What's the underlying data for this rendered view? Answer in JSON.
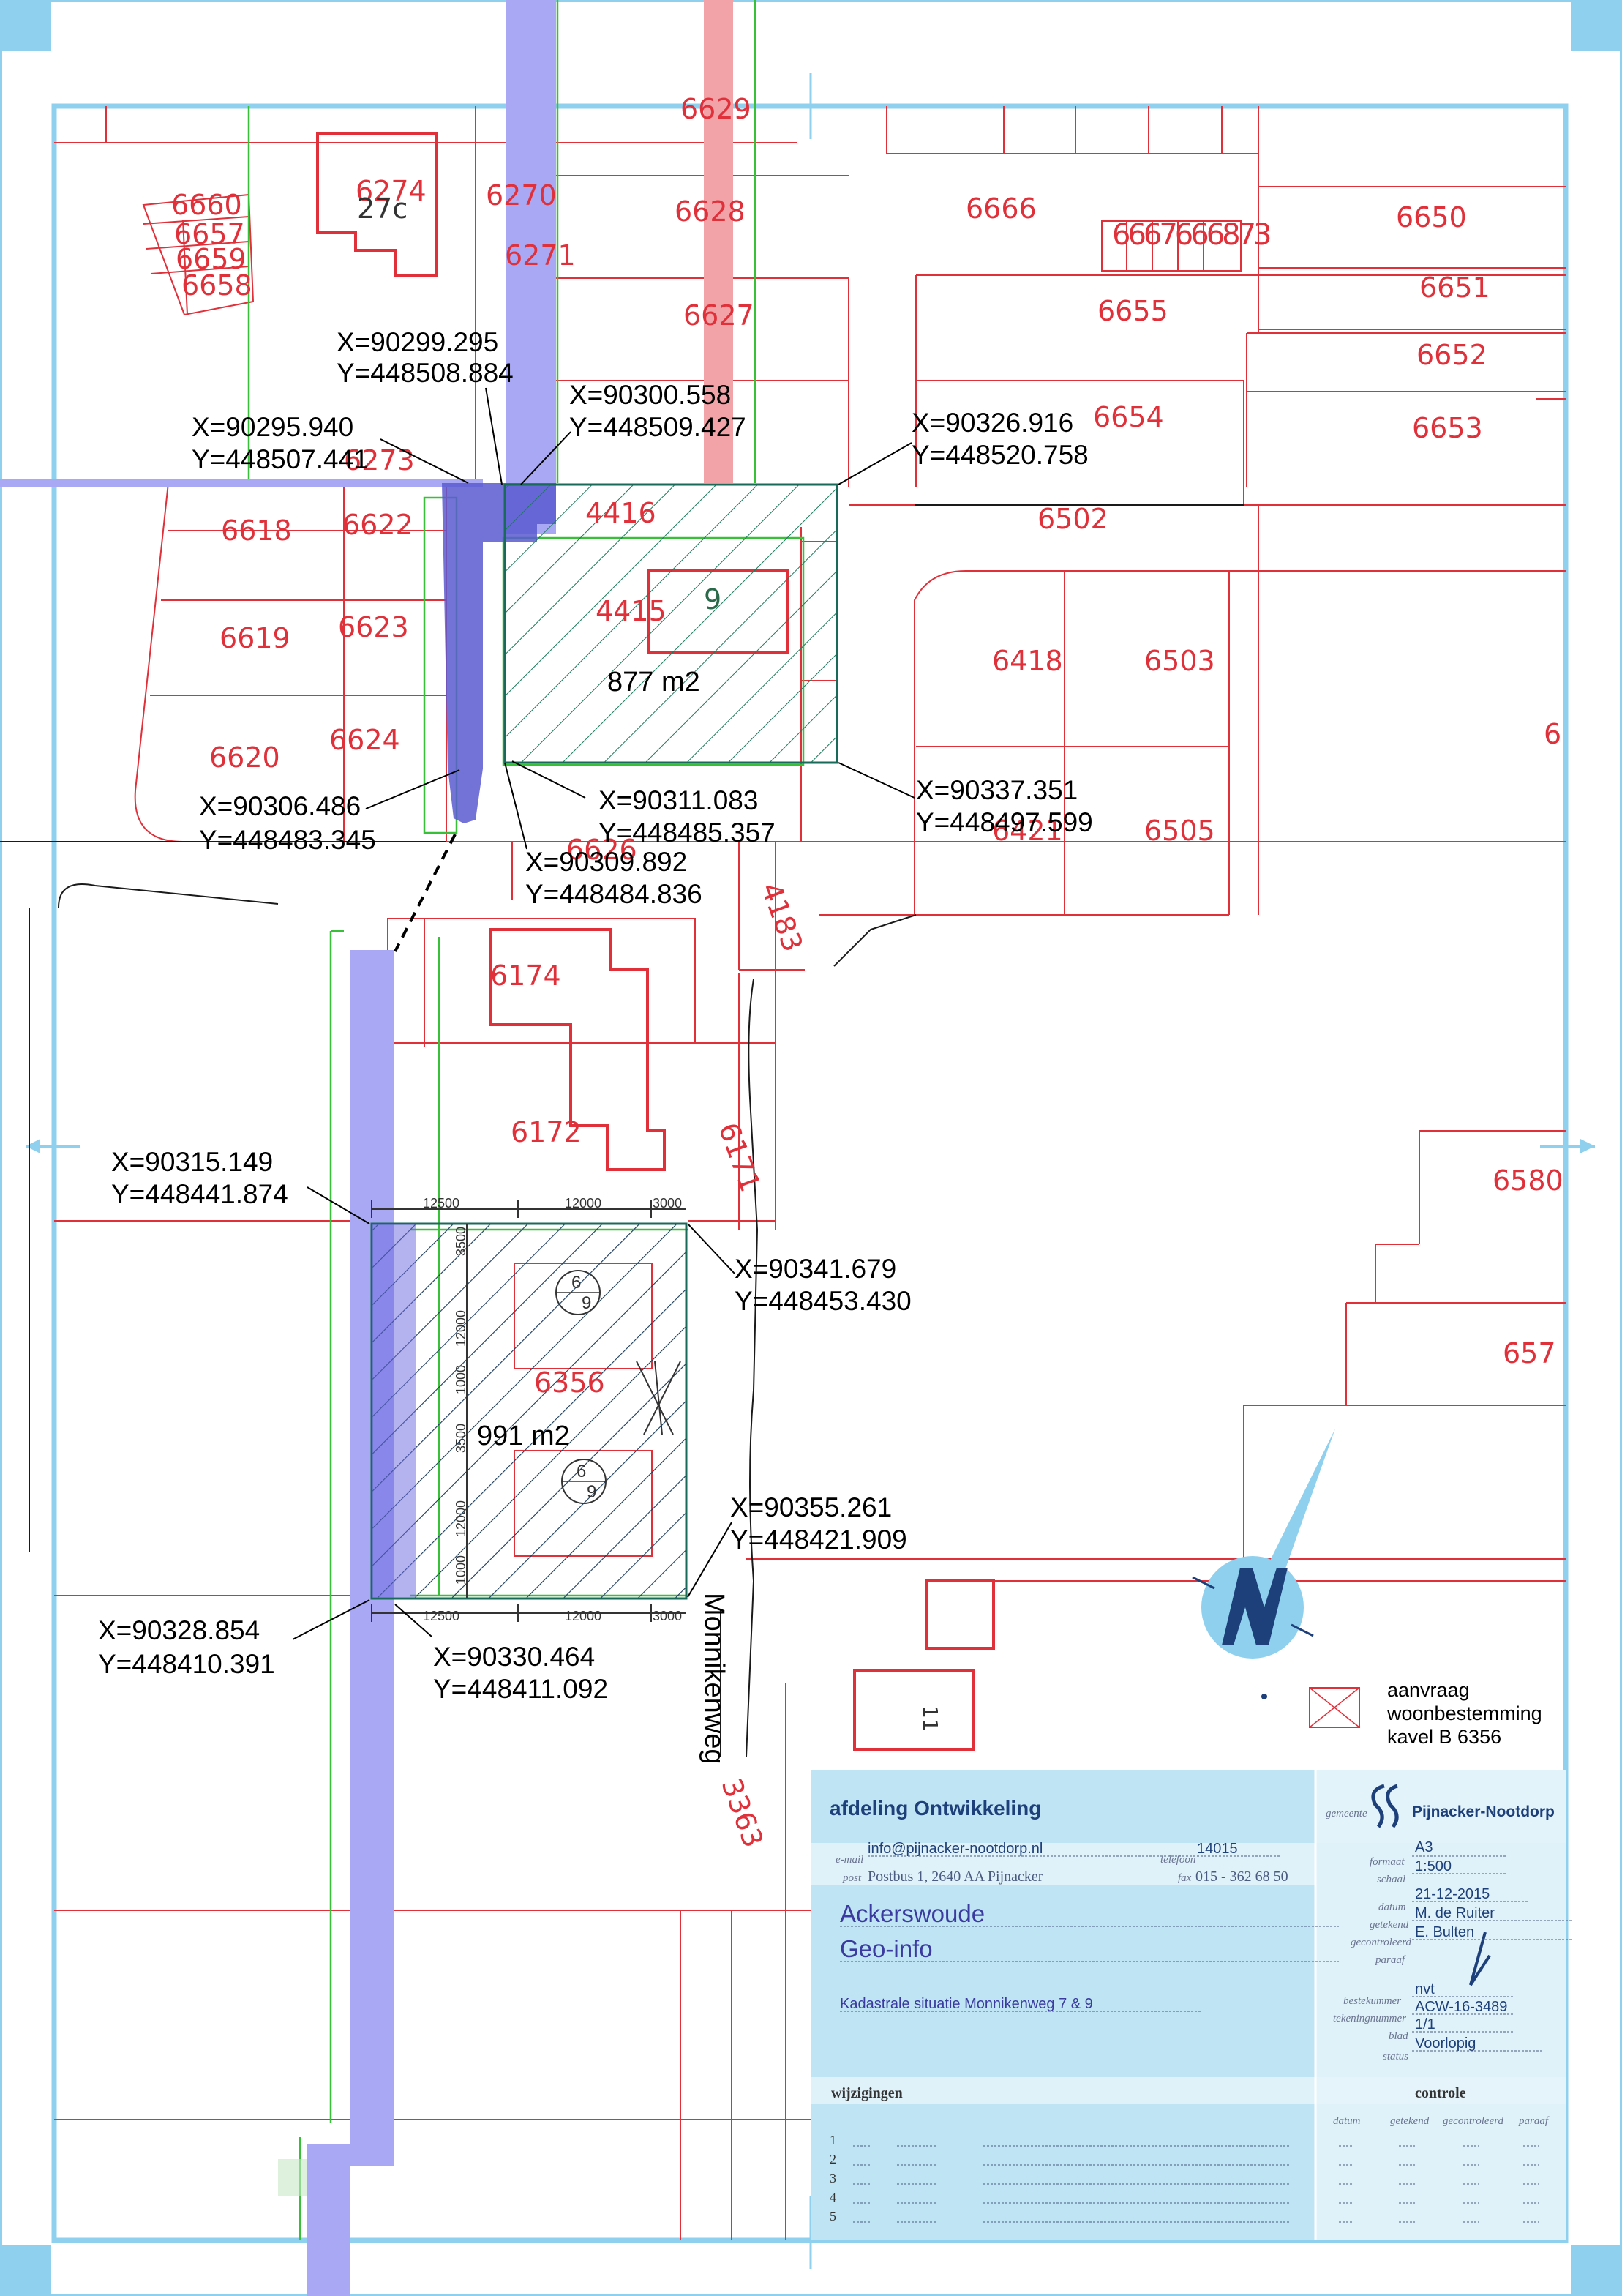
{
  "map": {
    "parcels": {
      "p6660": "6660",
      "p6657": "6657",
      "p6659": "6659",
      "p6658": "6658",
      "p6274": "6274",
      "p27c": "27c",
      "p6270": "6270",
      "p6271": "6271",
      "p6629": "6629",
      "p6628": "6628",
      "p6627": "6627",
      "p6666": "6666",
      "p666x": "6667666873",
      "p6650": "6650",
      "p6651": "6651",
      "p6652": "6652",
      "p6653": "6653",
      "p6655": "6655",
      "p6654": "6654",
      "p6273": "6273",
      "p6618": "6618",
      "p6622": "6622",
      "p4416": "4416",
      "p6502": "6502",
      "p6619": "6619",
      "p6623": "6623",
      "p4415": "4415",
      "p9": "9",
      "p6418": "6418",
      "p6503": "6503",
      "p6620": "6620",
      "p6624": "6624",
      "p6edge": "6",
      "p6626": "6626",
      "p6421": "6421",
      "p6505": "6505",
      "p4183": "4183",
      "p6174": "6174",
      "p6172": "6172",
      "p6171": "6171",
      "p6580": "6580",
      "p6356": "6356",
      "p657x": "657",
      "p11": "11",
      "p3363": "3363",
      "p6a": "6",
      "p9a": "9",
      "p6b": "6",
      "p9b": "9"
    },
    "areas": {
      "north": "877 m2",
      "south": "991 m2"
    },
    "road": "Monnikenweg",
    "dimensions": {
      "top_a": "12500",
      "top_b": "12000",
      "top_c": "3000",
      "bot_a": "12500",
      "bot_b": "12000",
      "bot_c": "3000",
      "side_1": "3500",
      "side_2": "12000",
      "side_3": "1000",
      "side_4": "3500",
      "side_5": "12000",
      "side_6": "1000"
    },
    "coords": {
      "c1": {
        "x": "X=90299.295",
        "y": "Y=448508.884"
      },
      "c2": {
        "x": "X=90300.558",
        "y": "Y=448509.427"
      },
      "c3": {
        "x": "X=90295.940",
        "y": "Y=448507.441"
      },
      "c4": {
        "x": "X=90326.916",
        "y": "Y=448520.758"
      },
      "c5": {
        "x": "X=90306.486",
        "y": "Y=448483.345"
      },
      "c6": {
        "x": "X=90311.083",
        "y": "Y=448485.357"
      },
      "c7": {
        "x": "X=90309.892",
        "y": "Y=448484.836"
      },
      "c8": {
        "x": "X=90337.351",
        "y": "Y=448497.599"
      },
      "c9": {
        "x": "X=90315.149",
        "y": "Y=448441.874"
      },
      "c10": {
        "x": "X=90341.679",
        "y": "Y=448453.430"
      },
      "c11": {
        "x": "X=90355.261",
        "y": "Y=448421.909"
      },
      "c12": {
        "x": "X=90328.854",
        "y": "Y=448410.391"
      },
      "c13": {
        "x": "X=90330.464",
        "y": "Y=448411.092"
      }
    },
    "legend": [
      "aanvraag",
      "woonbestemming",
      "kavel B 6356"
    ]
  },
  "titleblock": {
    "department": "afdeling Ontwikkeling",
    "email_label": "e-mail",
    "email": "info@pijnacker-nootdorp.nl",
    "phone_label": "telefoon",
    "phone": "14015",
    "post_label": "post",
    "post": "Postbus 1, 2640 AA  Pijnacker",
    "fax_label": "fax",
    "fax": "015 - 362 68 50",
    "gemeente_label": "gemeente",
    "municipality": "Pijnacker-Nootdorp",
    "project": "Ackerswoude",
    "subject": "Geo-info",
    "drawing_title": "Kadastrale situatie Monnikenweg 7 & 9",
    "fields": [
      {
        "label": "formaat",
        "value": "A3"
      },
      {
        "label": "schaal",
        "value": "1:500"
      },
      {
        "label": "datum",
        "value": "21-12-2015"
      },
      {
        "label": "getekend",
        "value": "M. de Ruiter"
      },
      {
        "label": "gecontroleerd",
        "value": "E. Bulten"
      },
      {
        "label": "paraaf",
        "value": ""
      },
      {
        "label": "bestekummer",
        "value": "nvt"
      },
      {
        "label": "tekeningnummer",
        "value": "ACW-16-3489"
      },
      {
        "label": "blad",
        "value": "1/1"
      },
      {
        "label": "status",
        "value": "Voorlopig"
      }
    ],
    "changes_title": "wijzigingen",
    "control_title": "controle",
    "control_cols": [
      "datum",
      "getekend",
      "gecontroleerd",
      "paraaf"
    ],
    "change_rows": [
      "1",
      "2",
      "3",
      "4",
      "5"
    ]
  },
  "colors": {
    "parcel_line": "#e0303a",
    "frame": "#8fd0ee",
    "strip": "#a9a8f4",
    "titleblock": "#bfe4f3"
  }
}
